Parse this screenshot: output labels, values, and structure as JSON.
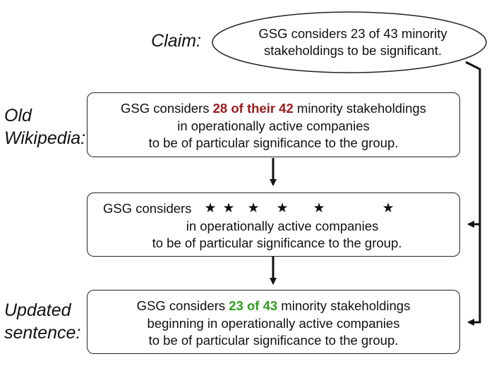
{
  "claim": {
    "label": "Claim:",
    "lines": [
      "GSG considers 23 of 43 minority",
      "stakeholdings to be significant."
    ]
  },
  "old": {
    "label_lines": [
      "Old",
      "Wikipedia:"
    ],
    "line1_prefix": "GSG considers ",
    "highlight": "28 of their 42",
    "line1_suffix": " minority stakeholdings",
    "line2": "in operationally active companies",
    "line3": "to be of particular significance to the group.",
    "highlight_color": "#9b1b1b"
  },
  "masked": {
    "line1_prefix": "GSG considers",
    "stars": [
      "★",
      "★",
      "★",
      "★",
      "★",
      "★"
    ],
    "line2": "in operationally active companies",
    "line3": "to be of particular significance to the group."
  },
  "updated": {
    "label_lines": [
      "Updated",
      "sentence:"
    ],
    "line1_prefix": "GSG considers ",
    "highlight": "23 of 43",
    "line1_suffix": " minority stakeholdings",
    "line2": "beginning in operationally active companies",
    "line3": "to be of particular significance to the group.",
    "highlight_color": "#2e9e1f"
  }
}
